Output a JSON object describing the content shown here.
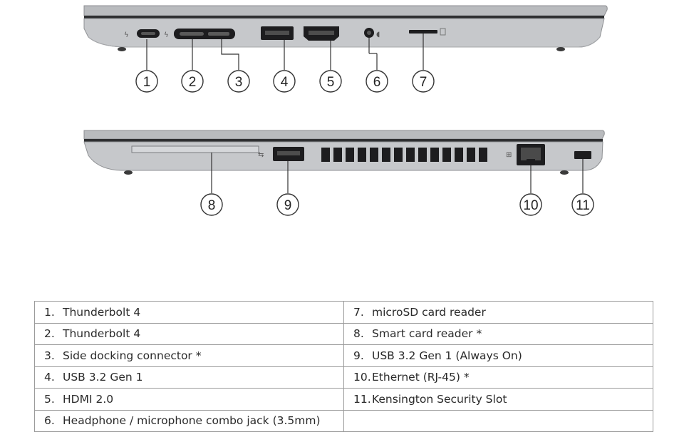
{
  "diagram": {
    "top_view": {
      "callouts": [
        "1",
        "2",
        "3",
        "4",
        "5",
        "6",
        "7"
      ]
    },
    "bottom_view": {
      "callouts": [
        "8",
        "9",
        "10",
        "11"
      ]
    }
  },
  "legend": {
    "rows": [
      [
        {
          "num": "1.",
          "label": "Thunderbolt 4"
        },
        {
          "num": "7.",
          "label": "microSD card reader"
        }
      ],
      [
        {
          "num": "2.",
          "label": "Thunderbolt 4"
        },
        {
          "num": "8.",
          "label": "Smart card reader *"
        }
      ],
      [
        {
          "num": "3.",
          "label": "Side docking connector *"
        },
        {
          "num": "9.",
          "label": "USB 3.2 Gen 1 (Always On)"
        }
      ],
      [
        {
          "num": "4.",
          "label": "USB 3.2 Gen 1"
        },
        {
          "num": "10.",
          "label": "Ethernet (RJ-45) *"
        }
      ],
      [
        {
          "num": "5.",
          "label": "HDMI 2.0"
        },
        {
          "num": "11.",
          "label": "Kensington Security Slot"
        }
      ],
      [
        {
          "num": "6.",
          "label": "Headphone / microphone combo jack (3.5mm)"
        },
        {
          "num": "",
          "label": ""
        }
      ]
    ]
  }
}
